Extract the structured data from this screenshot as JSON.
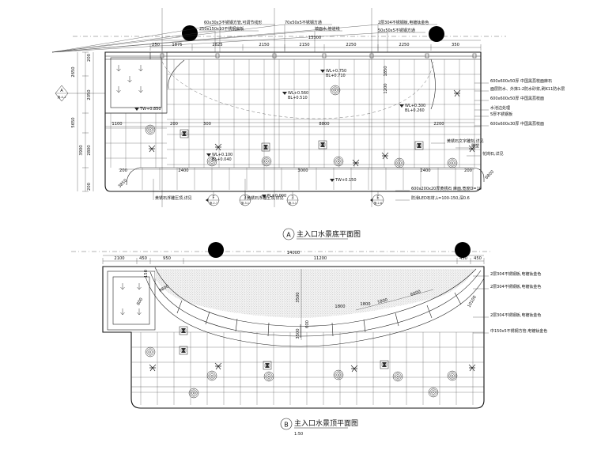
{
  "plan_a": {
    "title": "主入口水景底平面图",
    "tag": "A",
    "top_dims": [
      "250",
      "1875",
      "2825",
      "2150",
      "2150",
      "2250",
      "2250",
      "350"
    ],
    "overall_dim": "13300",
    "left_dims": [
      "2650",
      "2050",
      "5650",
      "3900",
      "2800",
      "200"
    ],
    "inner_dims": [
      "1100",
      "200",
      "300",
      "8800",
      "2200",
      "200",
      "2400",
      "3000",
      "2400",
      "200"
    ],
    "levels": [
      {
        "id": "wl1",
        "line1": "WL+0.750",
        "line2": "BL+0.710"
      },
      {
        "id": "wl2",
        "line1": "WL+0.560",
        "line2": "BL+0.510"
      },
      {
        "id": "wl3",
        "line1": "WL+0.300",
        "line2": "BL+0.260"
      },
      {
        "id": "wl4",
        "line1": "WL+0.100",
        "line2": "BL+0.040"
      },
      {
        "id": "tw1",
        "line1": "TW+0.850",
        "line2": ""
      },
      {
        "id": "tw2",
        "line1": "TW+0.150",
        "line2": ""
      },
      {
        "id": "fl",
        "line1": "FL±0.000",
        "line2": ""
      }
    ],
    "top_notes": [
      "60x30x3不锈钢方管,可调节线形",
      "250x150x10不锈钢扁板",
      "70x50x5不锈钢方通",
      "镜面水,管道线",
      "2层304不锈钢板,电镀钛金色",
      "50x50x5不锈钢方通"
    ],
    "right_notes": [
      "600x600x50厚 中国黑荔枝面麻石",
      "面层防水、外抹1:2防水砂浆,刷K11防水层",
      "600x600x50厚 中国黑荔枝面",
      "水池边处理",
      "5厚不锈钢板",
      "600x600x30厚 中国黑荔枝面",
      "黄锈石文字雕刻,详见",
      "雕塑",
      "花岗石,详见",
      "600x200x20厚黄锈石 麻面,宽度D=10",
      "防滑LED石材,L=100-150,深0.6"
    ],
    "bottom_notes": [
      "黄锈石浮雕压顶,详见",
      "黄锈石浮雕压顶,详见"
    ],
    "section_marks": [
      {
        "label": "F",
        "ref": "施-2-7"
      },
      {
        "label": "3",
        "ref": "施-3-1"
      },
      {
        "label": "3",
        "ref": "施-3-1"
      },
      {
        "label": "E",
        "ref": "施-2-6"
      }
    ],
    "section_a_mark": {
      "label": "A",
      "ref": "施-4-1"
    }
  },
  "plan_b": {
    "title": "主入口水景顶平面图",
    "tag": "B",
    "scale": "1:50",
    "overall_dim": "14000",
    "top_dims": [
      "2100",
      "450",
      "950",
      "11200",
      "450",
      "450"
    ],
    "inner_dims": [
      "9800",
      "1800",
      "1800",
      "6000",
      "1800",
      "10100",
      "3500",
      "3500",
      "600"
    ],
    "right_notes": [
      "2层304不锈钢板,电镀钛金色",
      "2层304不锈钢板,电镀钛金色",
      "2层304不锈钢板,电镀钛金色",
      "中150x5不锈钢方管,电镀钛金色"
    ]
  },
  "colors": {
    "line": "#222222",
    "paper": "#ffffff",
    "bollard": "#000000"
  },
  "icons": [
    "down-arrow-icon",
    "medallion-icon",
    "sculpture-icon",
    "bollard-icon",
    "section-marker-icon",
    "north-marker-icon"
  ]
}
